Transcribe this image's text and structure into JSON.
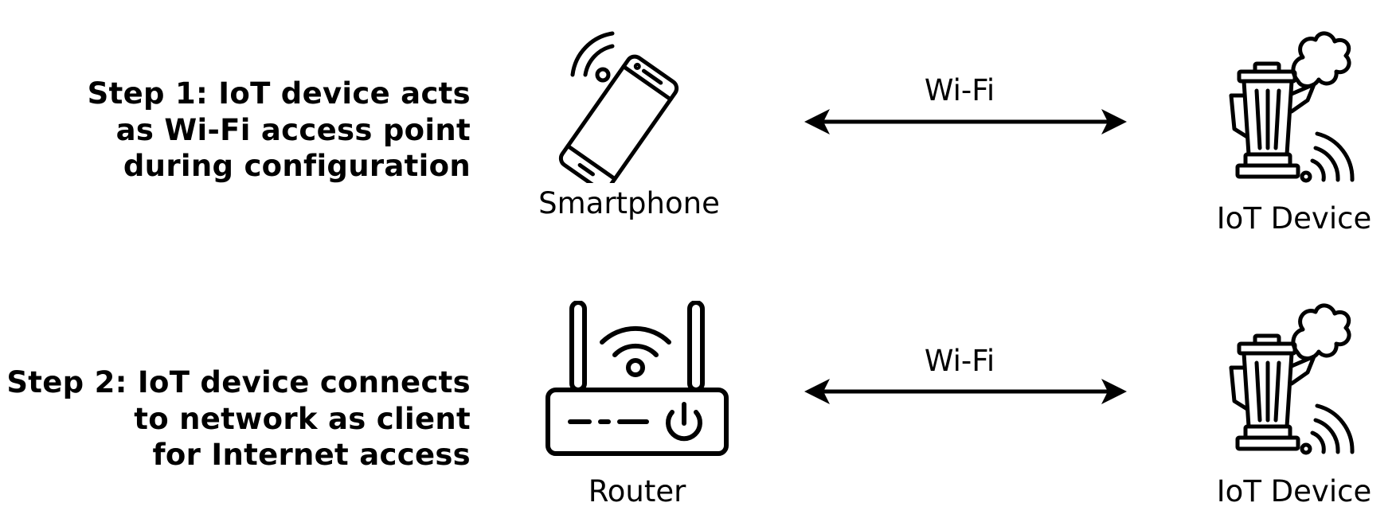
{
  "steps": [
    {
      "lines": [
        "Step 1: IoT device acts",
        "as Wi-Fi access point",
        "during configuration"
      ],
      "source": "Smartphone",
      "source_icon": "smartphone-icon",
      "link": "Wi-Fi",
      "target": "IoT Device",
      "target_icon": "iot-kettle-icon"
    },
    {
      "lines": [
        "Step 2: IoT device connects",
        "to network as client",
        "for Internet access"
      ],
      "source": "Router",
      "source_icon": "router-icon",
      "link": "Wi-Fi",
      "target": "IoT Device",
      "target_icon": "iot-kettle-icon"
    }
  ],
  "colors": {
    "stroke": "#000000",
    "background": "#ffffff"
  }
}
